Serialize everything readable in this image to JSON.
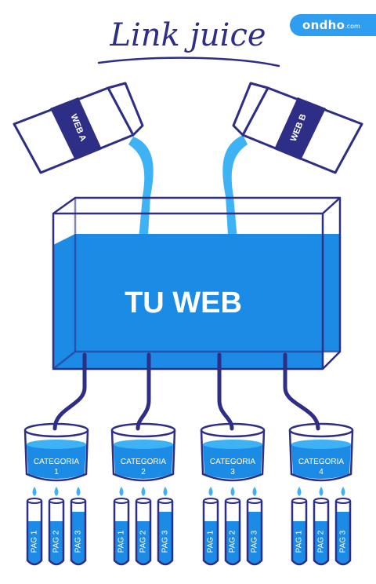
{
  "title": "Link juice",
  "brand": {
    "name": "ondho",
    "suffix": ".com"
  },
  "sources": [
    {
      "label": "WEB A"
    },
    {
      "label": "WEB B"
    }
  ],
  "main": {
    "label": "TU WEB"
  },
  "categories": [
    {
      "label": "CATEGORIA",
      "number": "1",
      "pages": [
        "PAG 1",
        "PAG 2",
        "PAG 3"
      ]
    },
    {
      "label": "CATEGORIA",
      "number": "2",
      "pages": [
        "PAG 1",
        "PAG 2",
        "PAG 3"
      ]
    },
    {
      "label": "CATEGORIA",
      "number": "3",
      "pages": [
        "PAG 1",
        "PAG 2",
        "PAG 3"
      ]
    },
    {
      "label": "CATEGORIA",
      "number": "4",
      "pages": [
        "PAG 1",
        "PAG 2",
        "PAG 3"
      ]
    }
  ],
  "colors": {
    "outline": "#2e2e86",
    "water": "#1b8be6",
    "water_light": "#3db2f4",
    "brand": "#2f9df0"
  }
}
